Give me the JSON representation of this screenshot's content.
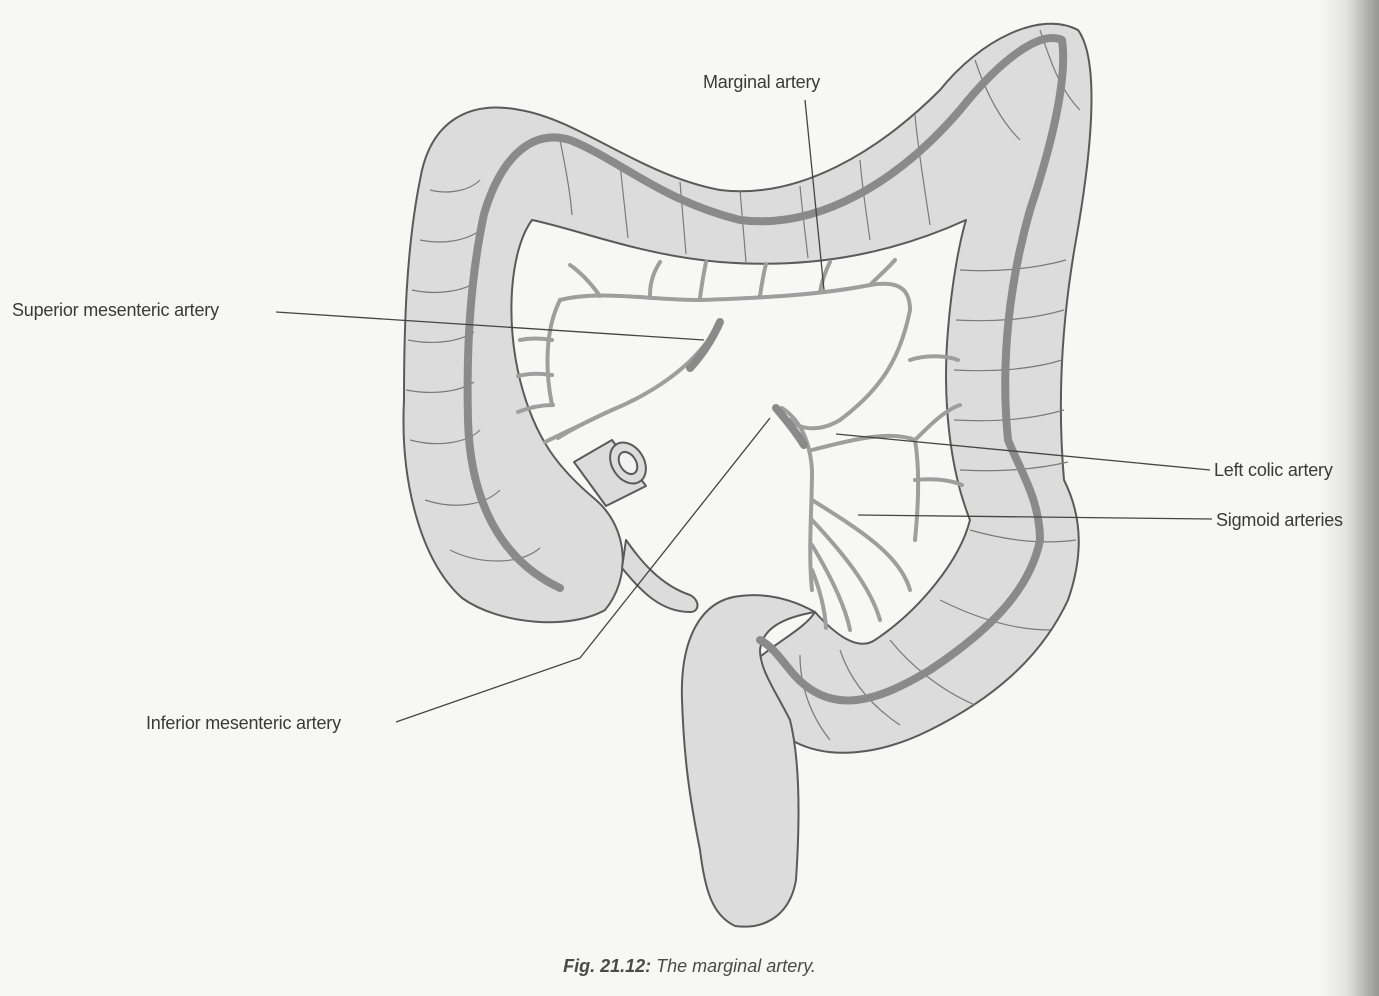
{
  "labels": {
    "marginal_artery": "Marginal artery",
    "superior_mesenteric_artery": "Superior mesenteric artery",
    "left_colic_artery": "Left colic artery",
    "sigmoid_arteries": "Sigmoid arteries",
    "inferior_mesenteric_artery": "Inferior mesenteric artery"
  },
  "caption": {
    "figure_number": "Fig. 21.12:",
    "title": "The marginal artery."
  },
  "colors": {
    "colon_fill": "#dcdcdc",
    "colon_outline": "#5a5a5a",
    "artery": "#9e9e9e",
    "marginal_artery": "#8a8a8a",
    "leader_line": "#444444"
  }
}
